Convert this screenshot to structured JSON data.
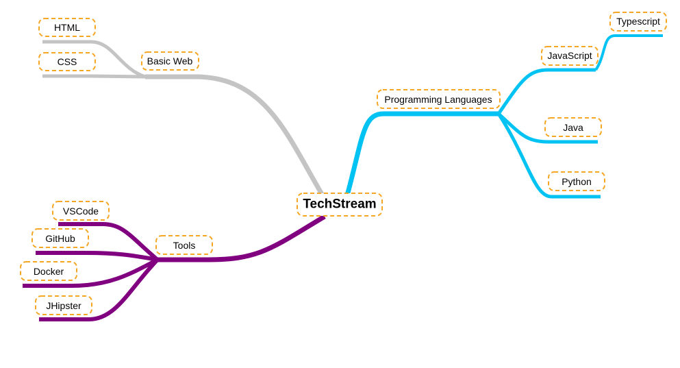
{
  "root": {
    "label": "TechStream"
  },
  "colors": {
    "basic_web": "#c4c4c4",
    "programming": "#00c3f3",
    "tools": "#800080",
    "node_border": "#f5a623"
  },
  "branches": {
    "basic_web": {
      "label": "Basic Web",
      "children": [
        "HTML",
        "CSS"
      ]
    },
    "programming": {
      "label": "Programming Languages",
      "children": [
        {
          "label": "JavaScript",
          "children": [
            "Typescript"
          ]
        },
        {
          "label": "Java"
        },
        {
          "label": "Python"
        }
      ]
    },
    "tools": {
      "label": "Tools",
      "children": [
        "VSCode",
        "GitHub",
        "Docker",
        "JHipster"
      ]
    }
  }
}
